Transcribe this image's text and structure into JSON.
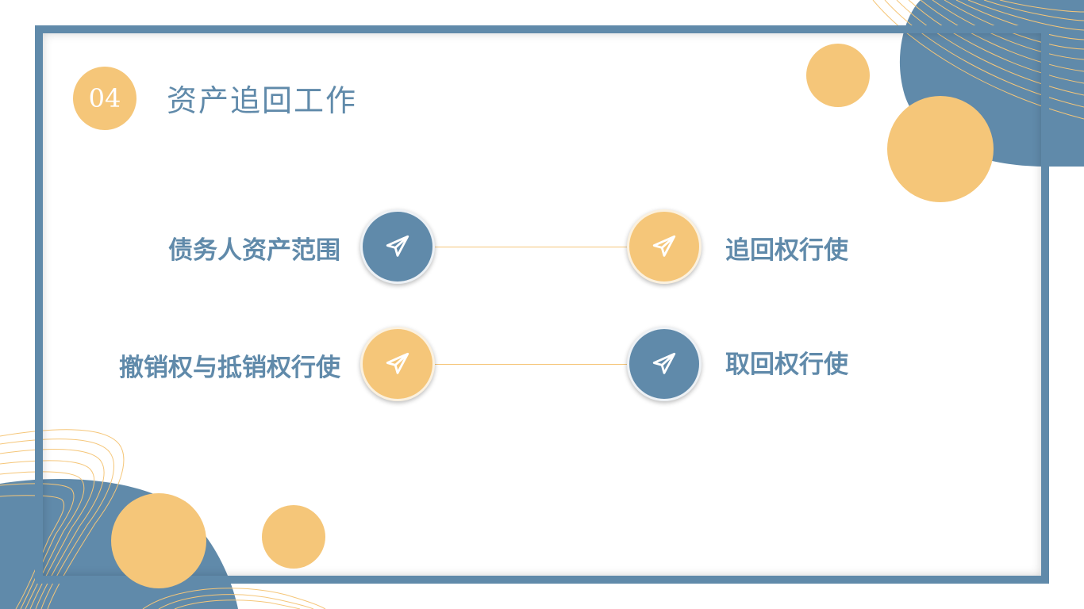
{
  "section": {
    "number": "04",
    "title": "资产追回工作"
  },
  "items": [
    {
      "label": "债务人资产范围",
      "icon": "paper-plane-icon",
      "color": "#608aaa"
    },
    {
      "label": "追回权行使",
      "icon": "paper-plane-icon",
      "color": "#f5c679"
    },
    {
      "label": "撤销权与抵销权行使",
      "icon": "paper-plane-icon",
      "color": "#f5c679"
    },
    {
      "label": "取回权行使",
      "icon": "paper-plane-icon",
      "color": "#608aaa"
    }
  ],
  "colors": {
    "primary_blue": "#608aaa",
    "accent_yellow": "#f5c679",
    "background": "#ffffff"
  }
}
